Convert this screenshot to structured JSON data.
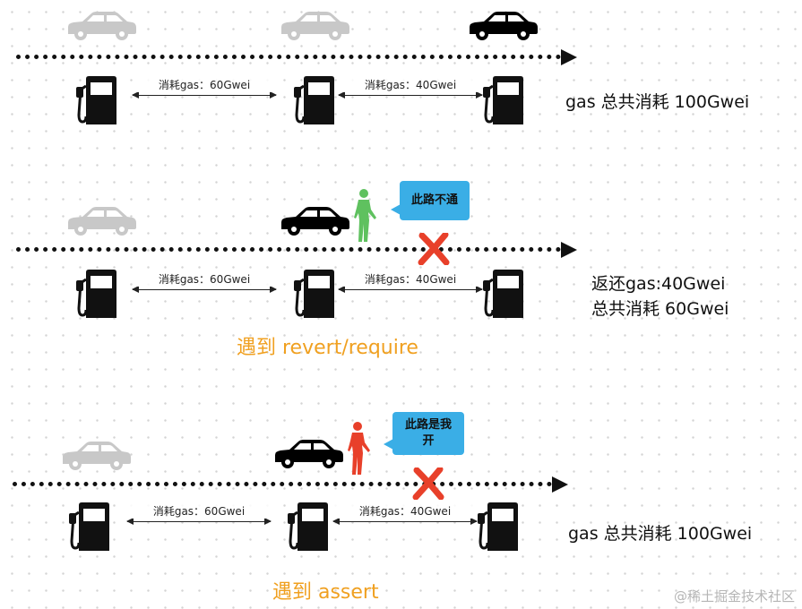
{
  "colors": {
    "track": "#111111",
    "car_gray": "#c8c8c8",
    "car_black": "#000000",
    "person_green": "#5fc15f",
    "person_red": "#e8402a",
    "bubble": "#3aaee6",
    "cross": "#e8402a",
    "event_orange": "#f0a020"
  },
  "scenarios": [
    {
      "segments": [
        {
          "label": "消耗gas：60Gwei"
        },
        {
          "label": "消耗gas：40Gwei"
        }
      ],
      "summary_lines": [
        "gas 总共消耗 100Gwei"
      ]
    },
    {
      "segments": [
        {
          "label": "消耗gas：60Gwei"
        },
        {
          "label": "消耗gas：40Gwei"
        }
      ],
      "person": "green-person-icon",
      "bubble_text": "此路不通",
      "summary_lines": [
        "返还gas:40Gwei",
        "总共消耗 60Gwei"
      ],
      "event_label": "遇到 revert/require"
    },
    {
      "segments": [
        {
          "label": "消耗gas：60Gwei"
        },
        {
          "label": "消耗gas：40Gwei"
        }
      ],
      "person": "red-person-icon",
      "bubble_text": "此路是我开",
      "summary_lines": [
        "gas 总共消耗 100Gwei"
      ],
      "event_label": "遇到 assert"
    }
  ],
  "watermark": "@稀土掘金技术社区"
}
